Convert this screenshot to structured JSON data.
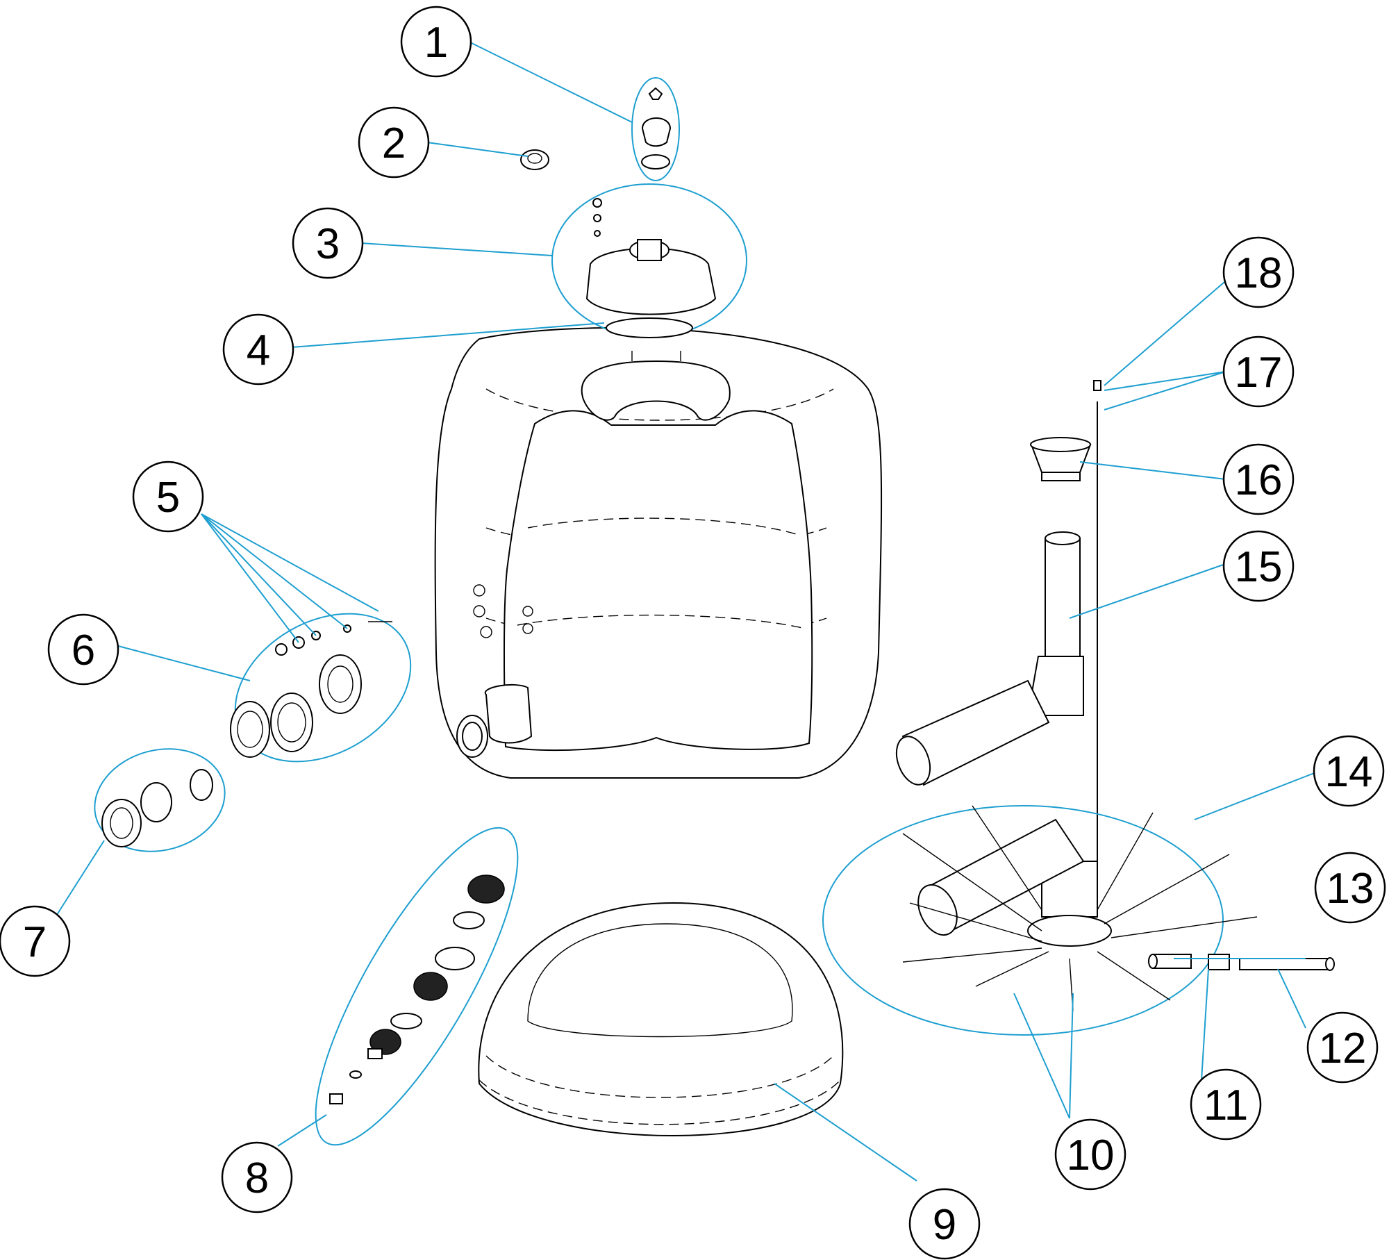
{
  "diagram": {
    "callouts": [
      {
        "id": "1",
        "label": "1"
      },
      {
        "id": "2",
        "label": "2"
      },
      {
        "id": "3",
        "label": "3"
      },
      {
        "id": "4",
        "label": "4"
      },
      {
        "id": "5",
        "label": "5"
      },
      {
        "id": "6",
        "label": "6"
      },
      {
        "id": "7",
        "label": "7"
      },
      {
        "id": "8",
        "label": "8"
      },
      {
        "id": "9",
        "label": "9"
      },
      {
        "id": "10",
        "label": "10"
      },
      {
        "id": "11",
        "label": "11"
      },
      {
        "id": "12",
        "label": "12"
      },
      {
        "id": "13",
        "label": "13"
      },
      {
        "id": "14",
        "label": "14"
      },
      {
        "id": "15",
        "label": "15"
      },
      {
        "id": "16",
        "label": "16"
      },
      {
        "id": "17",
        "label": "17"
      },
      {
        "id": "18",
        "label": "18"
      }
    ],
    "colors": {
      "leader": "#1e9fd0",
      "line_art": "#000000",
      "background": "#ffffff"
    }
  }
}
